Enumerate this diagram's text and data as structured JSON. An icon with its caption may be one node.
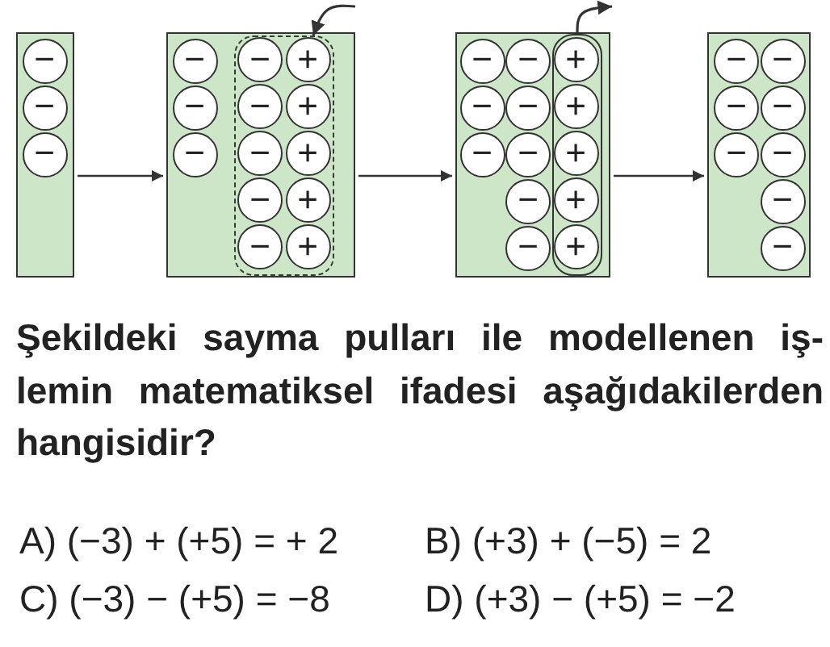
{
  "diagram": {
    "nodes": [
      {
        "text": [],
        "shape": "box"
      },
      {
        "text": [
          "−"
        ],
        "in": 0
      },
      {
        "text": [
          "−"
        ],
        "in": 0
      },
      {
        "text": [
          "−"
        ],
        "in": 0
      },
      {
        "text": [],
        "shape": "box"
      },
      {
        "text": [
          "−"
        ],
        "in": 4
      },
      {
        "text": [
          "−"
        ],
        "in": 4
      },
      {
        "text": [
          "−"
        ],
        "in": 4
      },
      {
        "text": [],
        "shape": "box",
        "in": 4
      },
      {
        "text": [
          "−"
        ],
        "in": 8
      },
      {
        "text": [
          "+"
        ],
        "in": 8
      },
      {
        "text": [
          "−"
        ],
        "in": 8
      },
      {
        "text": [
          "+"
        ],
        "in": 8
      },
      {
        "text": [
          "−"
        ],
        "in": 8
      },
      {
        "text": [
          "+"
        ],
        "in": 8
      },
      {
        "text": [
          "−"
        ],
        "in": 8
      },
      {
        "text": [
          "+"
        ],
        "in": 8
      },
      {
        "text": [
          "−"
        ],
        "in": 8
      },
      {
        "text": [
          "+"
        ],
        "in": 8
      },
      {
        "text": [],
        "shape": "box"
      },
      {
        "text": [
          "−"
        ],
        "in": 19
      },
      {
        "text": [
          "−"
        ],
        "in": 19
      },
      {
        "text": [
          "−"
        ],
        "in": 19
      },
      {
        "text": [
          "−"
        ],
        "in": 19
      },
      {
        "text": [
          "−"
        ],
        "in": 19
      },
      {
        "text": [
          "−"
        ],
        "in": 19
      },
      {
        "text": [
          "−"
        ],
        "in": 19
      },
      {
        "text": [
          "−"
        ],
        "in": 19
      },
      {
        "text": [],
        "shape": "box",
        "in": 19
      },
      {
        "text": [
          "+"
        ],
        "in": 28
      },
      {
        "text": [
          "+"
        ],
        "in": 28
      },
      {
        "text": [
          "+"
        ],
        "in": 28
      },
      {
        "text": [
          "+"
        ],
        "in": 28
      },
      {
        "text": [
          "+"
        ],
        "in": 28
      },
      {
        "text": [],
        "shape": "box"
      },
      {
        "text": [
          "−"
        ],
        "in": 34
      },
      {
        "text": [
          "−"
        ],
        "in": 34
      },
      {
        "text": [
          "−"
        ],
        "in": 34
      },
      {
        "text": [
          "−"
        ],
        "in": 34
      },
      {
        "text": [
          "−"
        ],
        "in": 34
      },
      {
        "text": [
          "−"
        ],
        "in": 34
      },
      {
        "text": [
          "−"
        ],
        "in": 34
      },
      {
        "text": [
          "−"
        ],
        "in": 34
      }
    ],
    "edges": [
      {
        "from": 0,
        "to": 4,
        "arrow": "to"
      },
      {
        "from": 4,
        "to": 19,
        "arrow": "to"
      },
      {
        "from": 19,
        "to": 34,
        "arrow": "to"
      },
      {
        "from": null,
        "to": 8,
        "arrow": "to"
      },
      {
        "from": 28,
        "to": null,
        "arrow": "to"
      }
    ],
    "labels": [
      "Şekildeki sayma pulları ile modellenen iş- lemin matematiksel ifadesi aşağıdakilerden hangisidir?",
      "A) (−3) + (+5) = + 2",
      "B) (+3) + (−5) = 2",
      "C) (−3) − (+5) = −8",
      "D) (+3) − (+5) = −2"
    ]
  }
}
